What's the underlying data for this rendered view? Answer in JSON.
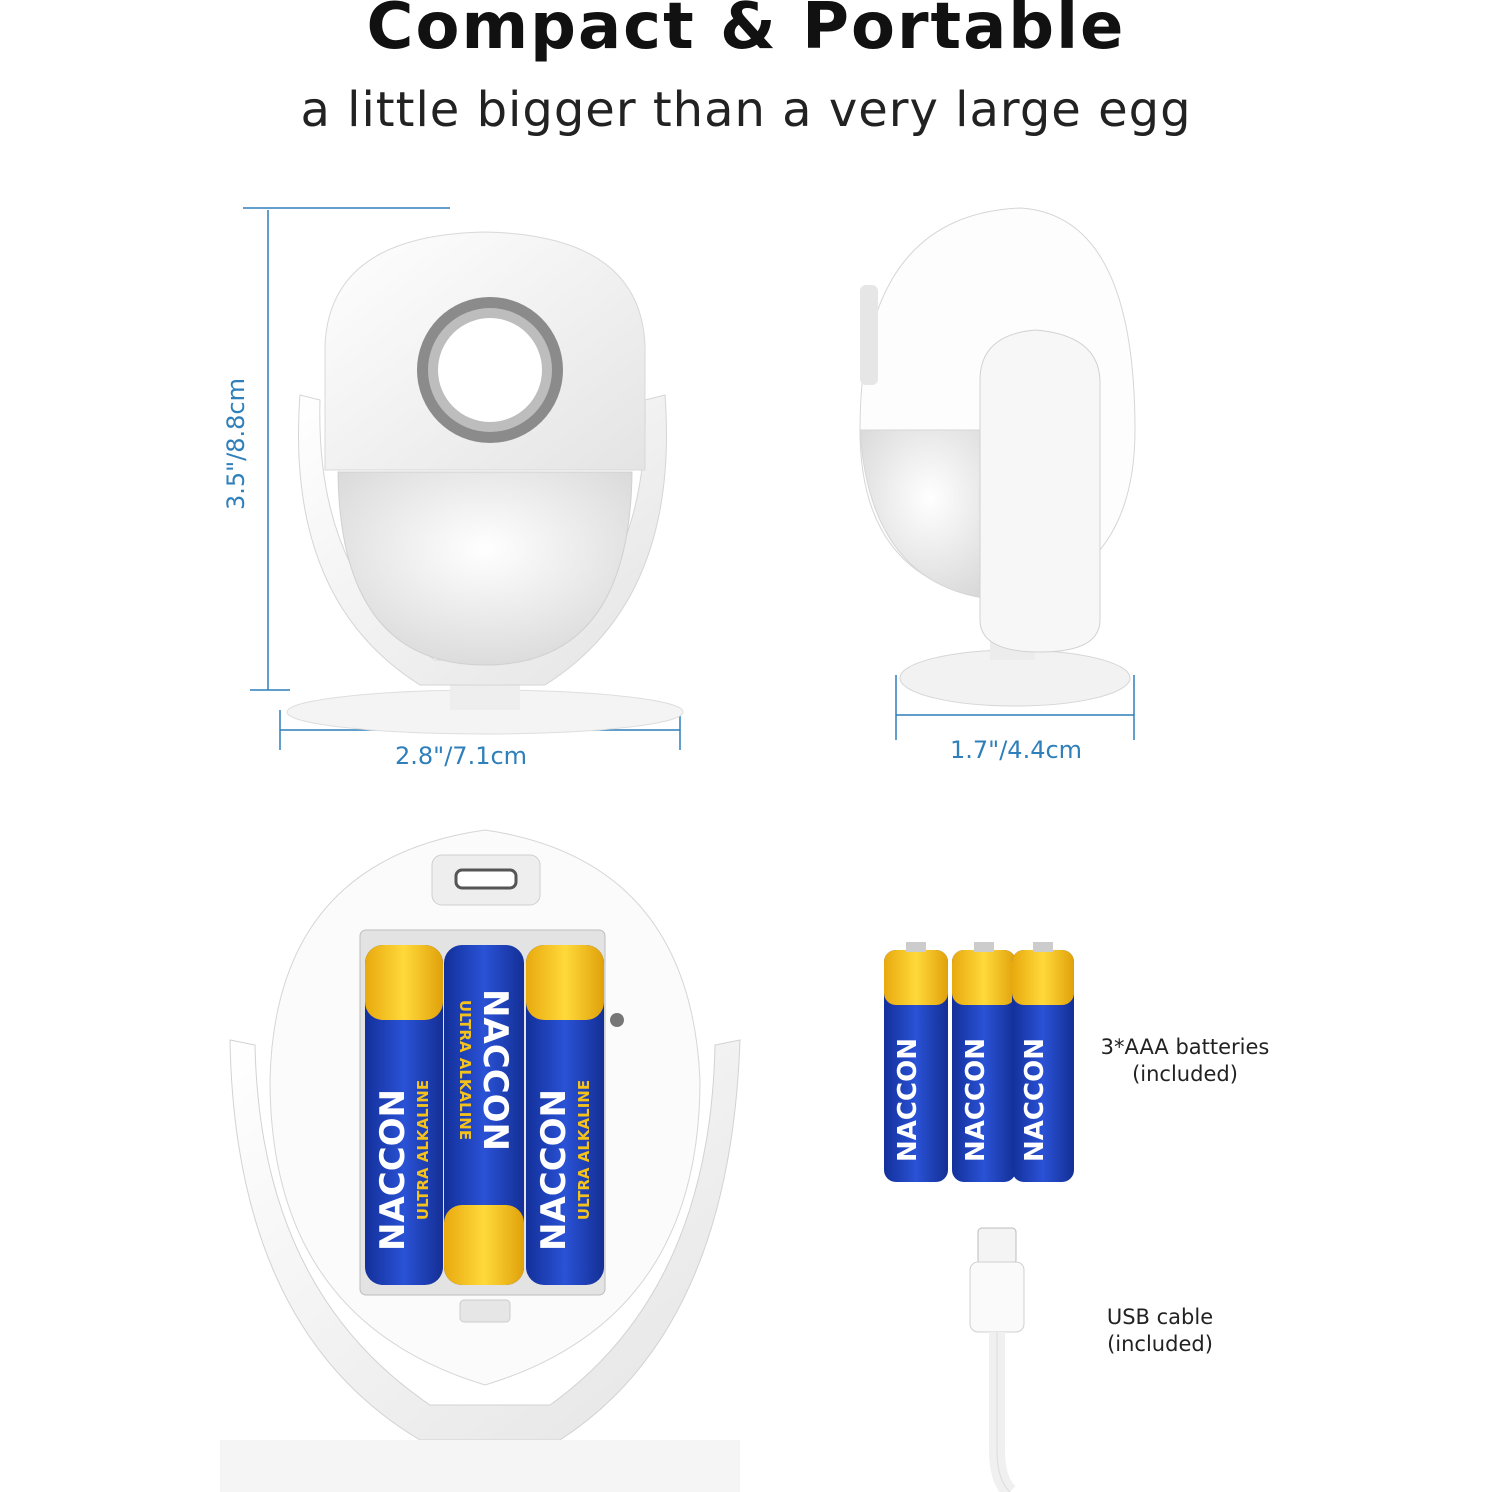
{
  "header": {
    "title": "Compact & Portable",
    "subtitle": "a little bigger than a very large egg"
  },
  "dimensions": {
    "height": "3.5\"/8.8cm",
    "width": "2.8\"/7.1cm",
    "depth": "1.7\"/4.4cm"
  },
  "accessories": {
    "batteries_line1": "3*AAA batteries",
    "batteries_line2": "(included)",
    "usb_line1": "USB cable",
    "usb_line2": "(included)"
  },
  "battery_brand": "NACCON",
  "battery_type": "ULTRA ALKALINE",
  "colors": {
    "dimension_blue": "#2f7fba",
    "battery_blue": "#1f3fb8",
    "battery_gold": "#f4c21a"
  }
}
